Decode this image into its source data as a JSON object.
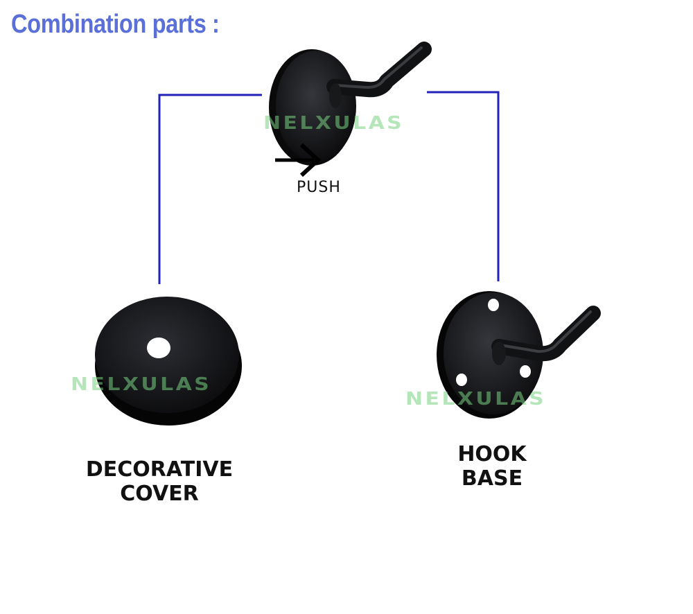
{
  "title": "Combination parts :",
  "labels": {
    "push": "PUSH",
    "decorative_cover_line1": "DECORATIVE",
    "decorative_cover_line2": "COVER",
    "hook_base_line1": "HOOK",
    "hook_base_line2": "BASE"
  },
  "watermark": "NELXULAS",
  "colors": {
    "title": "#5a6fd8",
    "connector": "#2222bb",
    "part": "#141416",
    "watermark": "#78d282"
  },
  "icons": [
    "assembled-hook-icon",
    "decorative-cover-icon",
    "hook-base-icon",
    "push-arrow-icon"
  ]
}
